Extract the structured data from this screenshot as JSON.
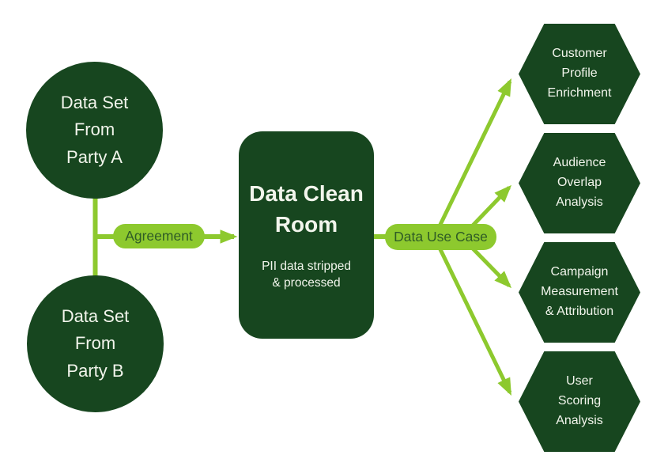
{
  "colors": {
    "shape_green": "#17461f",
    "accent_green": "#8dc92e",
    "shape_text": "#f2f5ec",
    "pill_text": "#2f5c26"
  },
  "sources": {
    "party_a": {
      "label": "Data Set\nFrom\nParty A"
    },
    "party_b": {
      "label": "Data Set\nFrom\nParty B"
    }
  },
  "connectors": {
    "agreement": {
      "label": "Agreement"
    },
    "data_use_case": {
      "label": "Data Use Case"
    }
  },
  "clean_room": {
    "title": "Data Clean\nRoom",
    "subtitle": "PII data stripped\n& processed"
  },
  "use_cases": [
    {
      "label": "Customer\nProfile\nEnrichment"
    },
    {
      "label": "Audience\nOverlap\nAnalysis"
    },
    {
      "label": "Campaign\nMeasurement\n& Attribution"
    },
    {
      "label": "User\nScoring\nAnalysis"
    }
  ]
}
